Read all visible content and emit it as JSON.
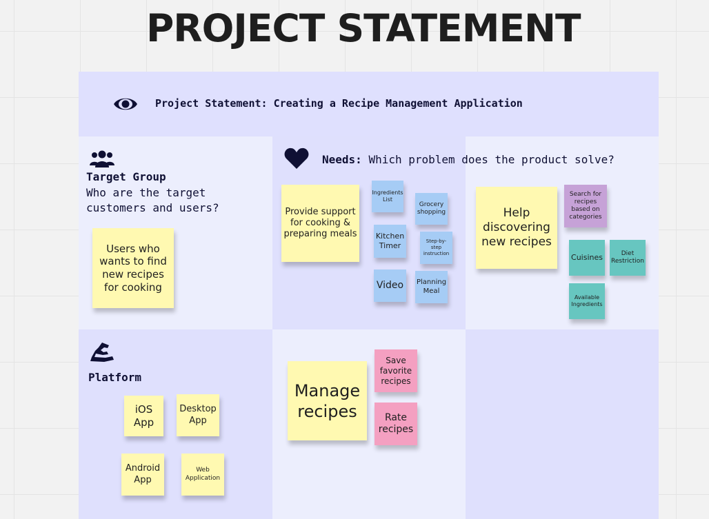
{
  "title": "PROJECT STATEMENT",
  "header": {
    "icon": "eye-icon",
    "statement": "Project Statement: Creating a Recipe Management Application"
  },
  "target_group": {
    "icon": "users-icon",
    "title": "Target Group",
    "question": "Who are the target customers and users?",
    "notes": [
      "Users who wants to find new recipes for cooking"
    ]
  },
  "needs": {
    "icon": "heart-icon",
    "label": "Needs:",
    "question": "Which problem does the product solve?",
    "notes": [
      "Provide support for cooking & preparing meals",
      "Ingredients List",
      "Grocery shopping",
      "Kitchen Timer",
      "Step-by-step instruction",
      "Video",
      "Planning Meal",
      "Help discovering new recipes",
      "Search for recipes based on categories",
      "Cuisines",
      "Diet Restriction",
      "Available Ingredients"
    ]
  },
  "platform": {
    "icon": "platform-icon",
    "title": "Platform",
    "notes": [
      "iOS App",
      "Desktop App",
      "Android App",
      "Web Application"
    ]
  },
  "features": {
    "notes": [
      "Manage recipes",
      "Save favorite recipes",
      "Rate recipes"
    ]
  },
  "colors": {
    "yellow": "#fff9b1",
    "blue": "#a6ccf5",
    "violet": "#c6a2d7",
    "teal": "#67c6c0",
    "pink": "#f4a0c1",
    "cell_light": "#eceefd",
    "cell_dark": "#dfe0fd",
    "ink": "#0f1034"
  }
}
